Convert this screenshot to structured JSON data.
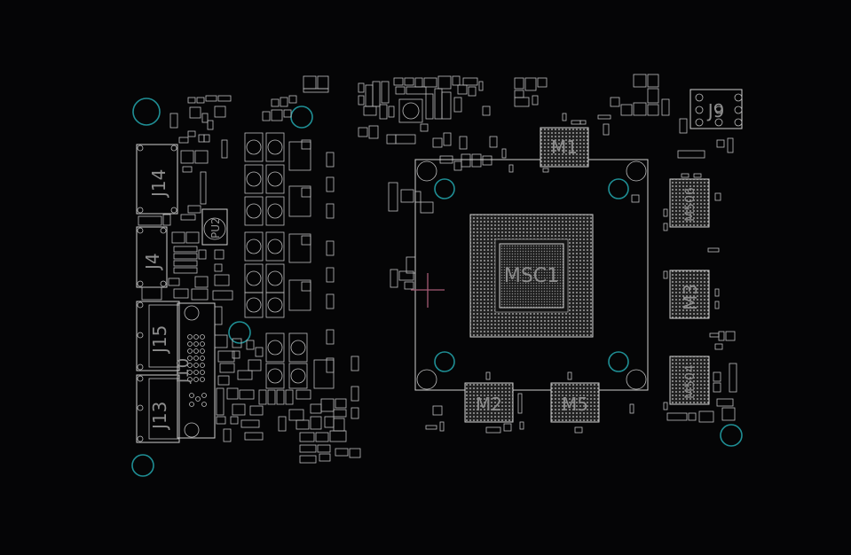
{
  "labels": {
    "j14": "J14",
    "j4": "J4",
    "j15": "J15",
    "j13": "J13",
    "j10": "J10",
    "pu2": "PU2",
    "m1": "M1",
    "msc1": "MSC1",
    "m2": "M2",
    "m5": "M5",
    "m506": "M506",
    "m3": "M3",
    "m504": "M504",
    "j9": "J9"
  },
  "colors": {
    "background": "#050506",
    "outline": "#cfcfcf",
    "label": "#8d8d8d",
    "mounting_hole": "#1f8f95",
    "origin_cross": "#a45a74"
  }
}
